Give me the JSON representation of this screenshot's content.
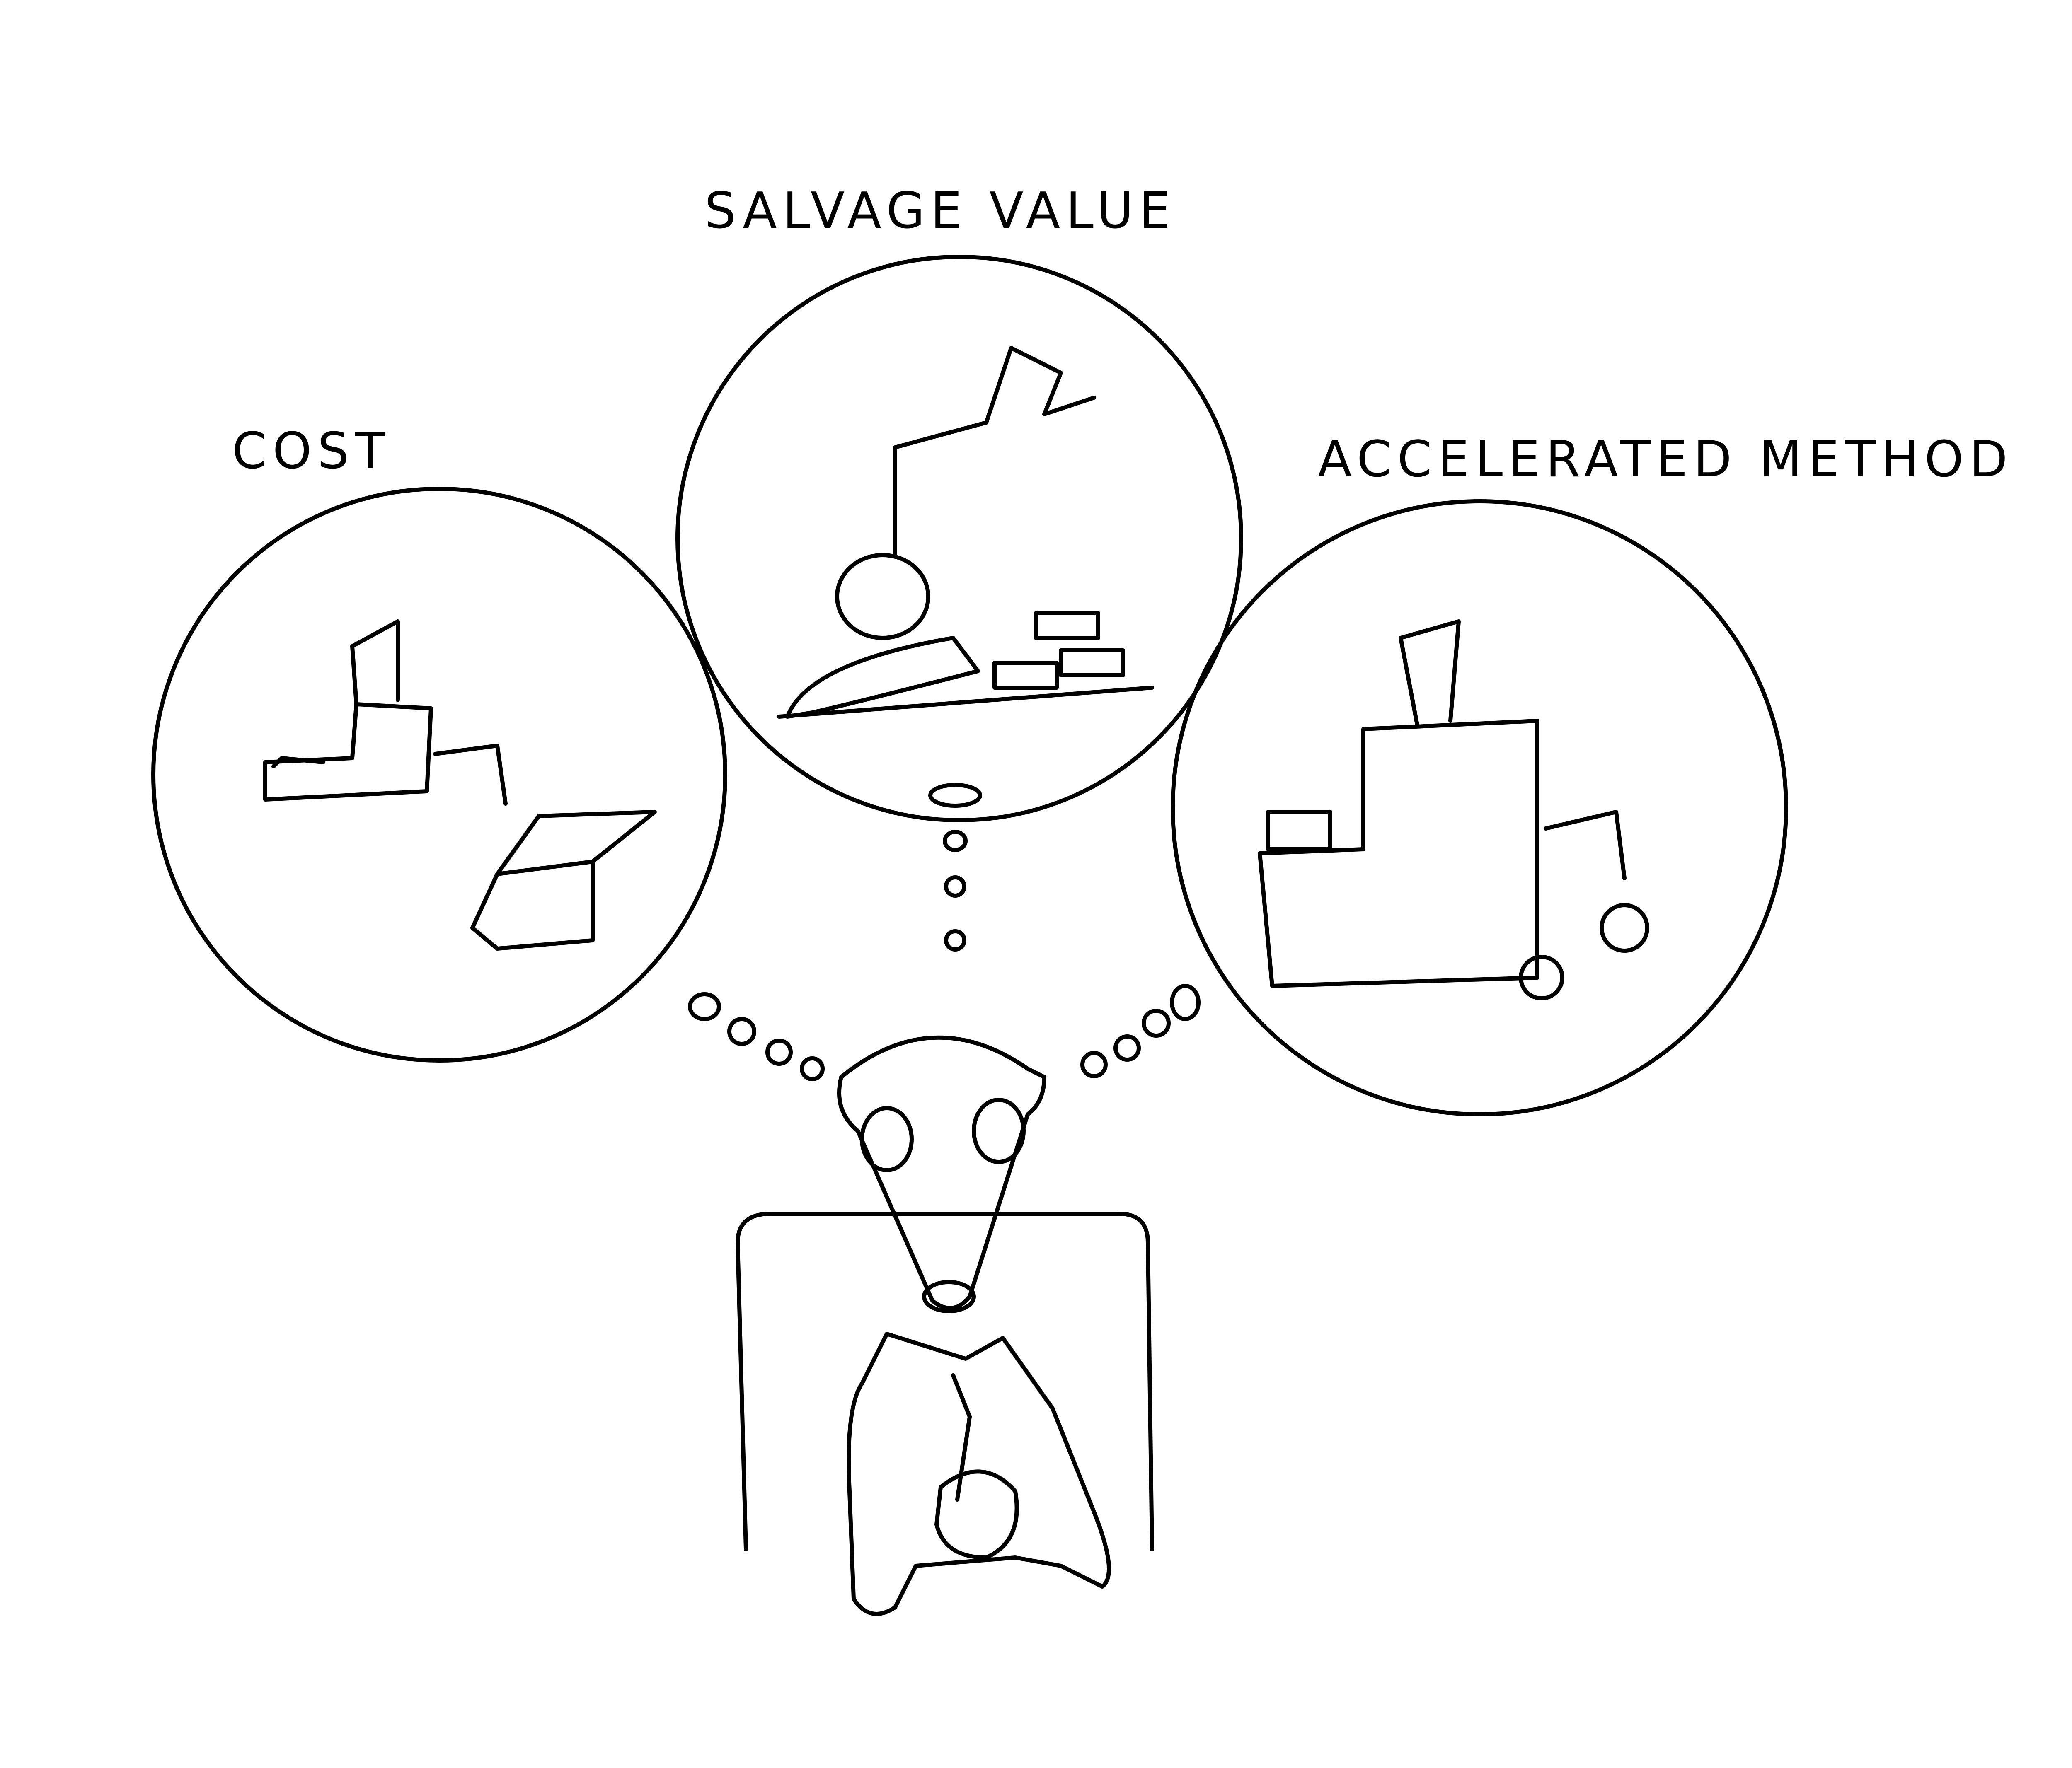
{
  "bubbles": {
    "cost": {
      "label": "COST"
    },
    "salvage": {
      "label": "SALVAGE VALUE"
    },
    "accelerated": {
      "label": "ACCELERATED METHOD"
    }
  },
  "colors": {
    "ink": "#000000",
    "paper": "#ffffff"
  }
}
